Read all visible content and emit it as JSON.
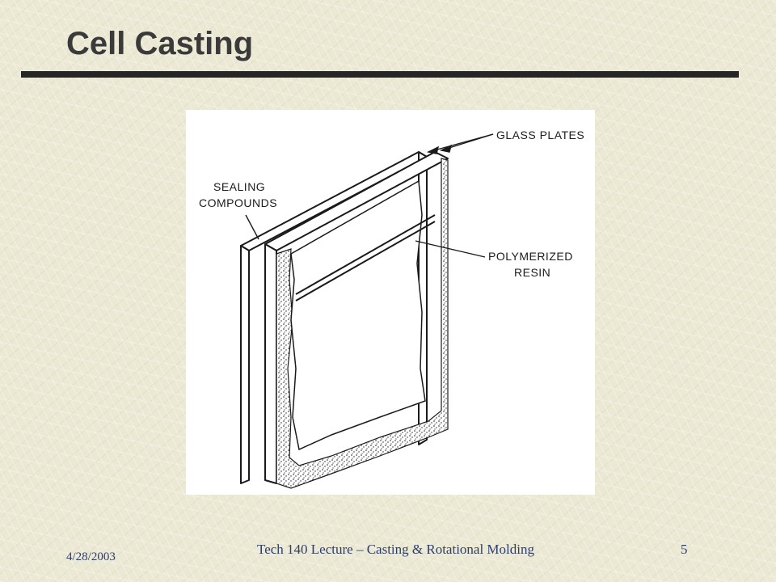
{
  "slide": {
    "title": "Cell Casting"
  },
  "figure": {
    "labels": {
      "glass_plates": "GLASS PLATES",
      "sealing_line1": "SEALING",
      "sealing_line2": "COMPOUNDS",
      "resin_line1": "POLYMERIZED",
      "resin_line2": "RESIN"
    }
  },
  "footer": {
    "date": "4/28/2003",
    "center": "Tech 140 Lecture – Casting & Rotational Molding",
    "page": "5"
  },
  "colors": {
    "title_text": "#3a3a3a",
    "rule": "#262626",
    "footer_text": "#2c3f6b",
    "background": "#ebe8d3"
  }
}
